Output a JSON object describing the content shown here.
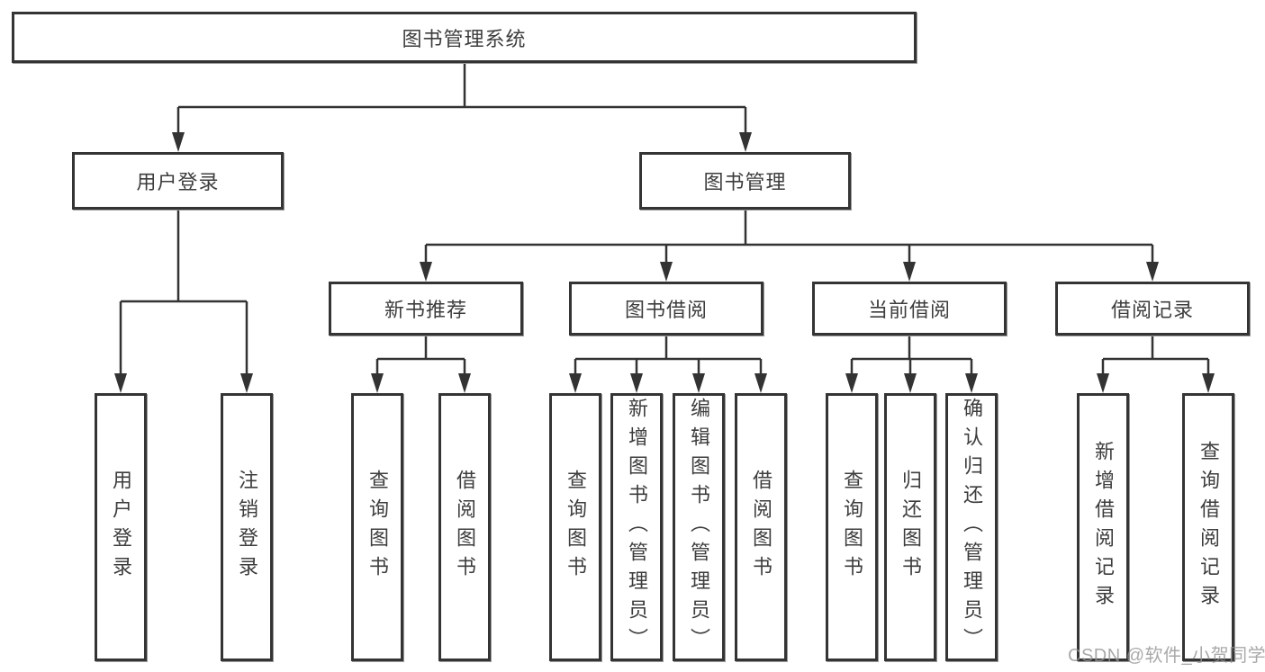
{
  "diagram": {
    "title_node": "图书管理系统",
    "branches": [
      {
        "label": "用户登录",
        "children": [
          "用户登录",
          "注销登录"
        ]
      },
      {
        "label": "图书管理",
        "groups": [
          {
            "label": "新书推荐",
            "children": [
              "查询图书",
              "借阅图书"
            ]
          },
          {
            "label": "图书借阅",
            "children": [
              "查询图书",
              "新增图书（管理员）",
              "编辑图书（管理员）",
              "借阅图书"
            ]
          },
          {
            "label": "当前借阅",
            "children": [
              "查询图书",
              "归还图书",
              "确认归还（管理员）"
            ]
          },
          {
            "label": "借阅记录",
            "children": [
              "新增借阅记录",
              "查询借阅记录"
            ]
          }
        ]
      }
    ],
    "watermark": "CSDN @软件_小贺同学",
    "colors": {
      "line": "#333333",
      "box_border": "#343434",
      "text": "#3d3d3d",
      "background": "#ffffff",
      "watermark": "#949494"
    }
  }
}
